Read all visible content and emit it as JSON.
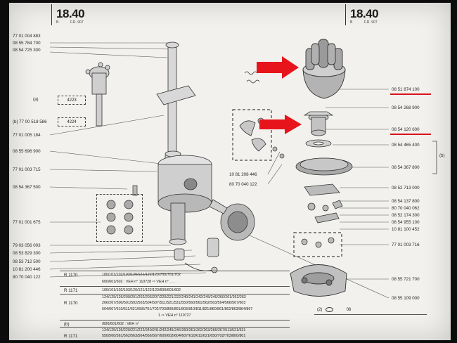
{
  "header": {
    "page_left": "18.40",
    "page_right": "18.40",
    "sub_left_a": "B",
    "sub_left_b": "F.R. 907",
    "sub_right_a": "B",
    "sub_right_b": "F.R. 907"
  },
  "left_labels": [
    "77 01 004 883",
    "08 55 784 700",
    "08 54 725 300",
    "77 01 005 184",
    "08 55 696 900",
    "77 01 003 715",
    "08 54 367 500",
    "77 01 001 675",
    "79 03 056 003",
    "08 53 829 300",
    "08 53 712 500",
    "10 81 200 446",
    "80 70 040 122"
  ],
  "side_notes": {
    "a_marker": "(a)",
    "b_marker": "(b)",
    "box_a": "4223",
    "box_b": "4224",
    "ref_b": "77 00 518 586",
    "right_b": "(b)"
  },
  "center_labels": [
    "10 81 208 446",
    "80 70 040 122"
  ],
  "right_labels": [
    "08 51 874 100",
    "08 54 268 900",
    "08 54 120 600",
    "08 54 465 400",
    "08 54 367 800",
    "08 52 713 000",
    "08 54 137 800",
    "80 70 040 062",
    "08 52 174 300",
    "08 54 955 100",
    "10 81 100 452",
    "77 01 003 716",
    "08 55 721 700",
    "08 55 109 000"
  ],
  "table": {
    "rows": [
      {
        "code": "R 1170",
        "text": "100/101/102/103/120/121/122/123/700/701/702"
      },
      {
        "code": "",
        "text": "600/601/602 : VEH n° 110728 ⇨ VEH n° . . ."
      },
      {
        "code": "R 1171",
        "text": "100/101/102/103/120/121/122/123/600/601/602"
      },
      {
        "code": "",
        "text": "124/125/126/200/201/202/203/207/220/221/222/240/241/242/245/246/260/261/262/263"
      },
      {
        "code": "R 1170",
        "text": "266/267/500/501/502/503/504/507/511/521/531/550/560/561/562/563/564/566/567/603"
      },
      {
        "code": "",
        "text": "604/607/610/611/621/650/701/702/703/800/801/803/810/811/821/860/861/862/863/864/867"
      },
      {
        "code": "",
        "text": "1 ⇨ VEH n° 110727"
      },
      {
        "code": "(b)",
        "text": "/600/601/602 : VEH n°"
      },
      {
        "code": "",
        "text": "124/125/126/220/221/222/240/241/242/245/246/260/261/262/263/266/267/511/521/531"
      },
      {
        "code": "R 1171",
        "text": "550/560/561/562/563/564/566/567/600/603/604/607/610/611/621/650/702/703/800/801"
      }
    ],
    "bottom_ref": "(2)",
    "bottom_num": "06"
  },
  "arrows_color": "#e8141b",
  "underline_color": "#d9121a"
}
